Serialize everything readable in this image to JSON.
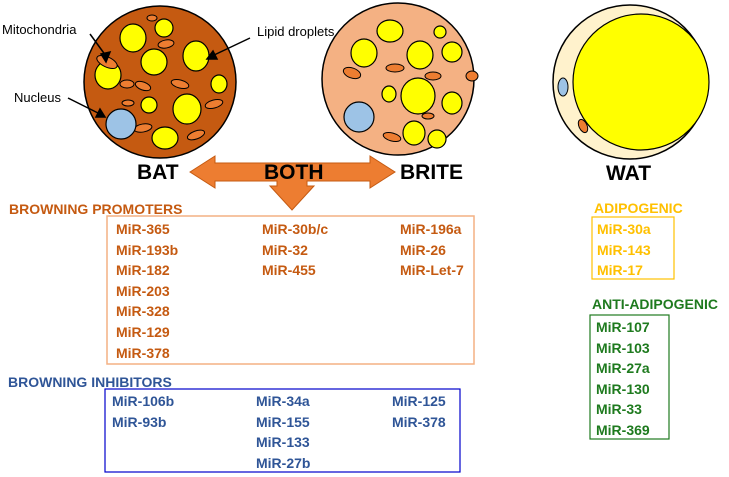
{
  "labels": {
    "mitochondria": "Mitochondria",
    "lipid_droplets": "Lipid droplets",
    "nucleus": "Nucleus",
    "bat": "BAT",
    "both": "BOTH",
    "brite": "BRITE",
    "wat": "WAT"
  },
  "promoters": {
    "header": "BROWNING PROMOTERS",
    "bat": [
      "MiR-365",
      "MiR-193b",
      "MiR-182",
      "MiR-203",
      "MiR-328",
      "MiR-129",
      "MiR-378"
    ],
    "both": [
      "MiR-30b/c",
      "MiR-32",
      "MiR-455"
    ],
    "brite": [
      "MiR-196a",
      "MiR-26",
      "MiR-Let-7"
    ]
  },
  "inhibitors": {
    "header": "BROWNING INHIBITORS",
    "bat": [
      "MiR-106b",
      "MiR-93b"
    ],
    "both": [
      "MiR-34a",
      "MiR-155",
      "MiR-133",
      "MiR-27b"
    ],
    "brite": [
      "MiR-125",
      "MiR-378"
    ]
  },
  "adipogenic": {
    "header": "ADIPOGENIC",
    "items": [
      "MiR-30a",
      "MiR-143",
      "MiR-17"
    ]
  },
  "anti_adipogenic": {
    "header": "ANTI-ADIPOGENIC",
    "items": [
      "MiR-107",
      "MiR-103",
      "MiR-27a",
      "MiR-130",
      "MiR-33",
      "MiR-369"
    ]
  },
  "colors": {
    "promoter": "#c55a11",
    "promoter_box": "#f4b183",
    "inhibitor": "#2f5597",
    "inhibitor_box": "#0000cc",
    "adipogenic": "#ffc000",
    "anti_adipogenic": "#1e7a1e",
    "arrow": "#ed7d31"
  }
}
